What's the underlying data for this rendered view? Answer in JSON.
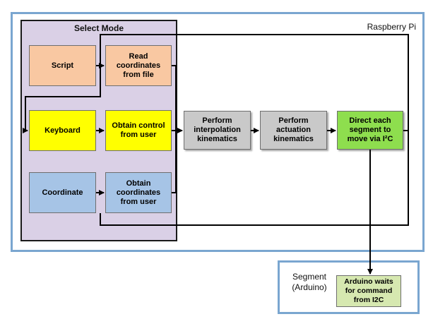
{
  "containers": {
    "raspberry_pi": "Raspberry Pi",
    "select_mode": "Select Mode",
    "segment": "Segment\n(Arduino)"
  },
  "modes": [
    {
      "label": "Script",
      "color": "#f9c8a2"
    },
    {
      "label": "Keyboard",
      "color": "#ffff00"
    },
    {
      "label": "Coordinate",
      "color": "#a6c4e6"
    }
  ],
  "inputs": [
    {
      "label": "Read coordinates from file",
      "color": "#f9c8a2"
    },
    {
      "label": "Obtain control from user",
      "color": "#ffff00"
    },
    {
      "label": "Obtain coordinates from user",
      "color": "#a6c4e6"
    }
  ],
  "pipeline": [
    {
      "label": "Perform interpolation kinematics",
      "color": "#c9c9c9"
    },
    {
      "label": "Perform actuation kinematics",
      "color": "#c9c9c9"
    },
    {
      "label": "Direct each segment to move via I²C",
      "color": "#8ede4e"
    }
  ],
  "arduino": {
    "label": "Arduino waits for command from I2C",
    "color": "#d6e8b0"
  },
  "colors": {
    "frame_border": "#7aa6d0",
    "mode_panel": "#dad0e6"
  }
}
